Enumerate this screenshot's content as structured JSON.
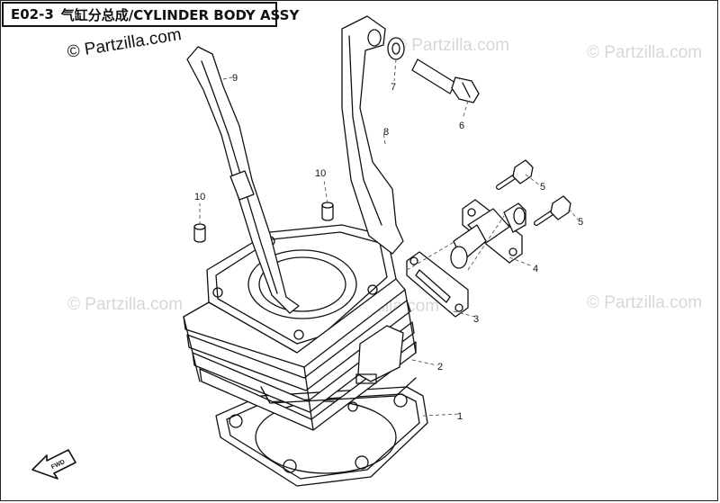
{
  "title": {
    "code": "E02-3",
    "name": "气缸分总成/CYLINDER BODY ASSY"
  },
  "watermark": {
    "main": "© Partzilla.com",
    "ghost": "© Partzilla.com"
  },
  "direction_label": "FWD",
  "callouts": [
    "1",
    "2",
    "3",
    "4",
    "5",
    "5",
    "6",
    "7",
    "8",
    "9",
    "10",
    "10"
  ]
}
